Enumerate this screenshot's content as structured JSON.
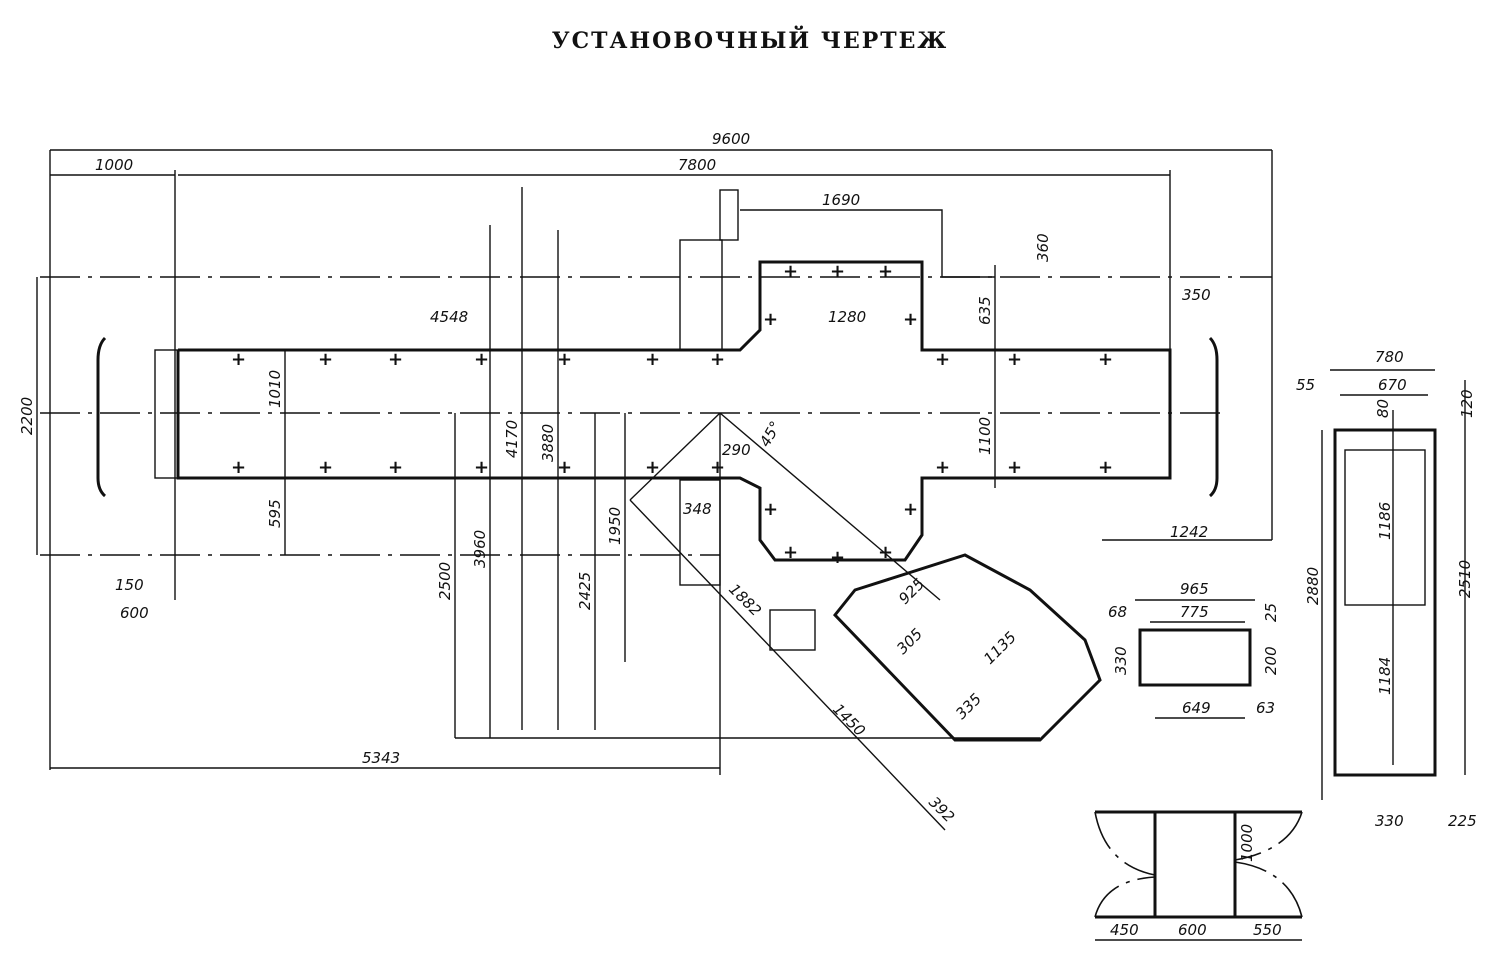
{
  "title": "УСТАНОВОЧНЫЙ ЧЕРТЕЖ",
  "dimensions": {
    "d9600": "9600",
    "d7800": "7800",
    "d1000": "1000",
    "d1690": "1690",
    "d360": "360",
    "d4548": "4548",
    "d1280": "1280",
    "d635": "635",
    "d350": "350",
    "d2200": "2200",
    "d1010": "1010",
    "d595": "595",
    "d4170": "4170",
    "d3880": "3880",
    "d1100": "1100",
    "d290": "290",
    "d45": "45°",
    "d348": "348",
    "d1950": "1950",
    "d3960": "3960",
    "d2500": "2500",
    "d2425": "2425",
    "d1882": "1882",
    "d925": "925",
    "d305": "305",
    "d1135": "1135",
    "d335": "335",
    "d1450": "1450",
    "d392": "392",
    "d150": "150",
    "d600": "600",
    "d5343": "5343",
    "d1242": "1242",
    "d965": "965",
    "d775": "775",
    "d68": "68",
    "d25": "25",
    "d330a": "330",
    "d200": "200",
    "d649": "649",
    "d63": "63",
    "d780": "780",
    "d670": "670",
    "d55": "55",
    "d80": "80",
    "d120": "120",
    "d1186": "1186",
    "d2880": "2880",
    "d2510": "2510",
    "d1184": "1184",
    "d330b": "330",
    "d225": "225",
    "d450": "450",
    "d600b": "600",
    "d550": "550",
    "d1000b": "1000"
  }
}
